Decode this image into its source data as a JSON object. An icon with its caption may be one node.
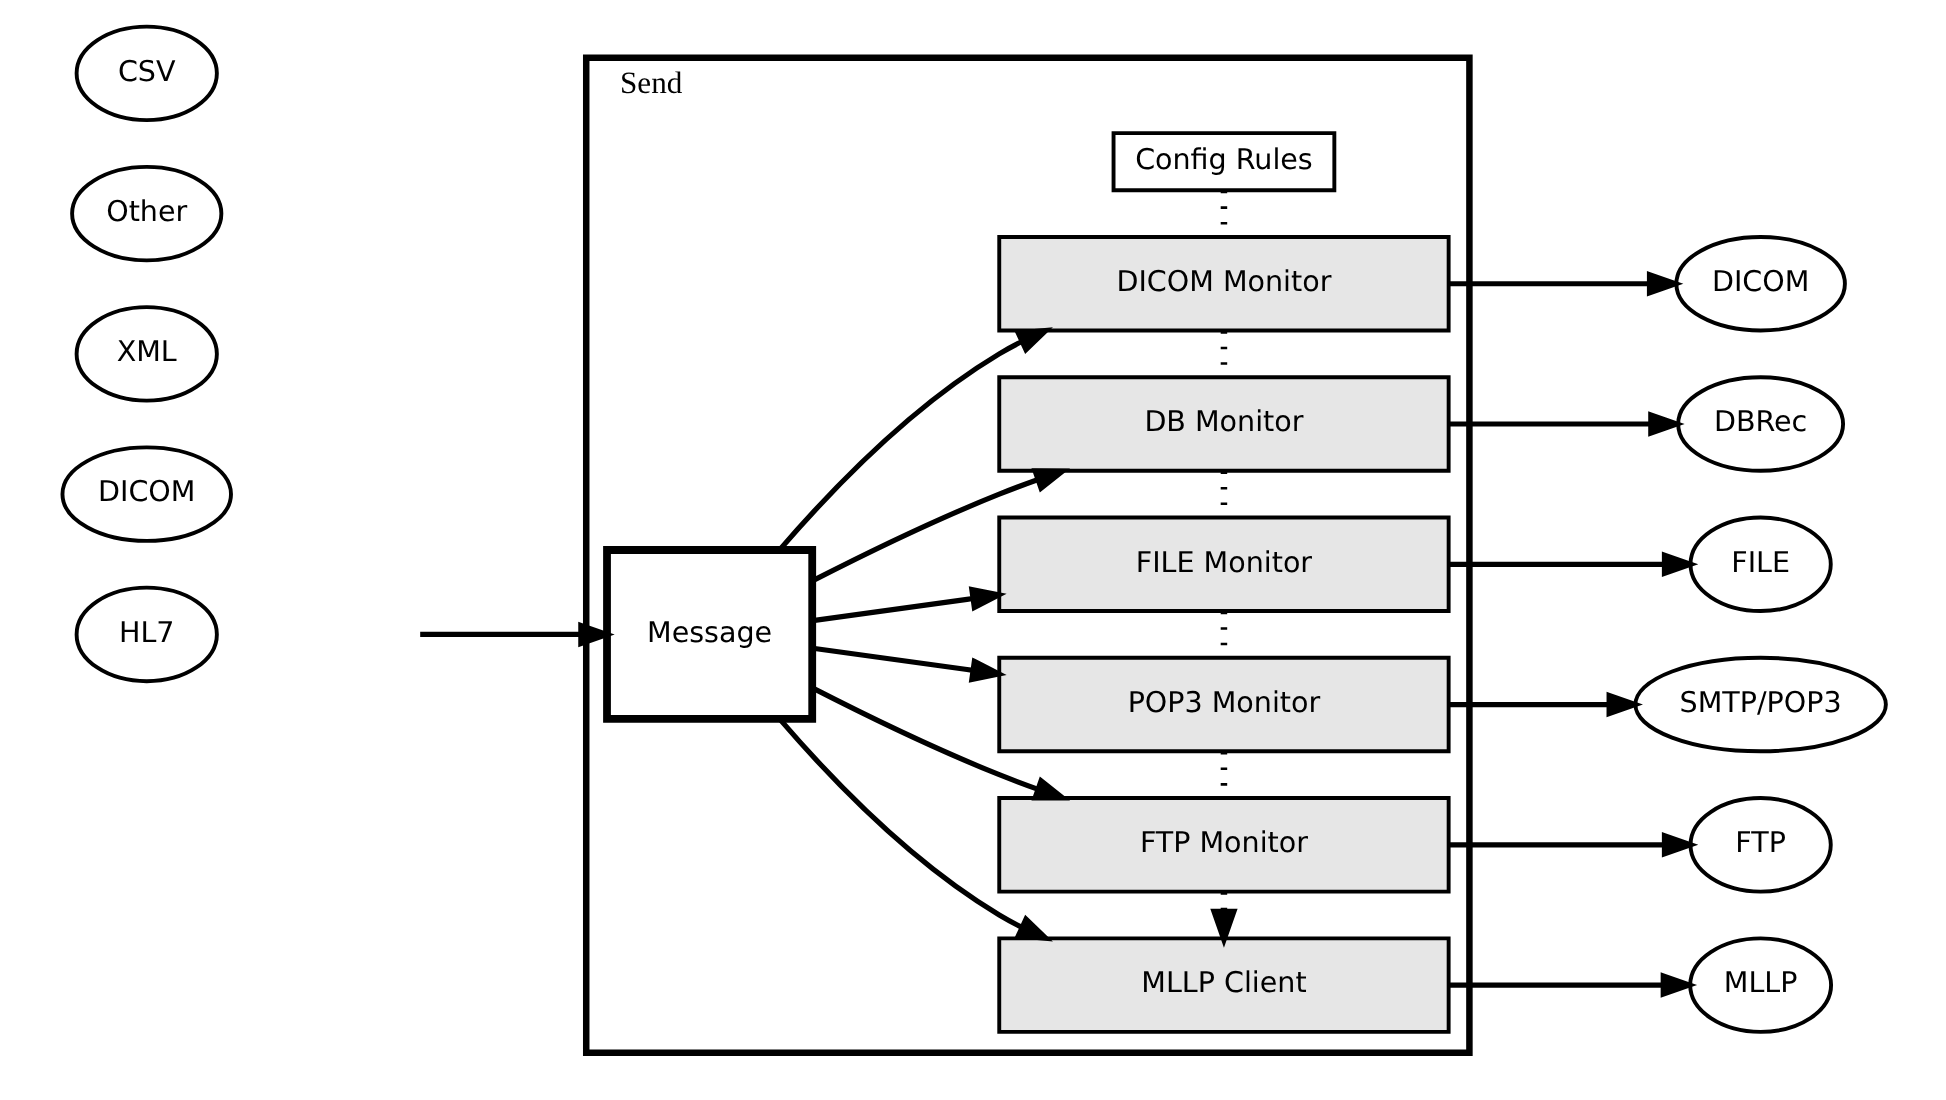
{
  "diagram": {
    "nodes": [
      {
        "text": [
          "Send"
        ]
      },
      {
        "text": [
          "Config Rules"
        ],
        "in": 0
      },
      {
        "text": [
          "DICOM Monitor"
        ],
        "in": 0
      },
      {
        "text": [
          "DB Monitor"
        ],
        "in": 0
      },
      {
        "text": [
          "FILE Monitor"
        ],
        "in": 0
      },
      {
        "text": [
          "POP3 Monitor"
        ],
        "in": 0
      },
      {
        "text": [
          "FTP Monitor"
        ],
        "in": 0
      },
      {
        "text": [
          "MLLP Client"
        ],
        "in": 0
      },
      {
        "text": [
          "Message"
        ],
        "in": 0
      },
      {
        "text": [
          "DICOM"
        ]
      },
      {
        "text": [
          "XML"
        ]
      },
      {
        "text": [
          "HL7"
        ]
      },
      {
        "text": [
          "Other"
        ]
      },
      {
        "text": [
          "CSV"
        ]
      },
      {
        "text": [
          "DICOM"
        ]
      },
      {
        "text": [
          "DBRec"
        ]
      },
      {
        "text": [
          "FILE"
        ]
      },
      {
        "text": [
          "SMTP/POP3"
        ]
      },
      {
        "text": [
          "FTP"
        ]
      },
      {
        "text": [
          "MLLP"
        ]
      }
    ],
    "edges": [
      {
        "from": null,
        "to": 8,
        "arrow": "to"
      },
      {
        "from": 8,
        "to": 2,
        "arrow": "to"
      },
      {
        "from": 8,
        "to": 3,
        "arrow": "to"
      },
      {
        "from": 8,
        "to": 4,
        "arrow": "to"
      },
      {
        "from": 8,
        "to": 5,
        "arrow": "to"
      },
      {
        "from": 8,
        "to": 6,
        "arrow": "to"
      },
      {
        "from": 8,
        "to": 7,
        "arrow": "to"
      },
      {
        "from": 2,
        "to": 14,
        "arrow": "to"
      },
      {
        "from": 3,
        "to": 15,
        "arrow": "to"
      },
      {
        "from": 4,
        "to": 16,
        "arrow": "to"
      },
      {
        "from": 5,
        "to": 17,
        "arrow": "to"
      },
      {
        "from": 6,
        "to": 18,
        "arrow": "to"
      },
      {
        "from": 7,
        "to": 19,
        "arrow": "to"
      },
      {
        "from": 1,
        "to": 2,
        "arrow": "none",
        "style": "dashed"
      },
      {
        "from": 2,
        "to": 3,
        "arrow": "none",
        "style": "dashed"
      },
      {
        "from": 3,
        "to": 4,
        "arrow": "none",
        "style": "dashed"
      },
      {
        "from": 4,
        "to": 5,
        "arrow": "none",
        "style": "dashed"
      },
      {
        "from": 5,
        "to": 6,
        "arrow": "none",
        "style": "dashed"
      },
      {
        "from": 6,
        "to": 7,
        "arrow": "to",
        "style": "dashed"
      }
    ]
  }
}
